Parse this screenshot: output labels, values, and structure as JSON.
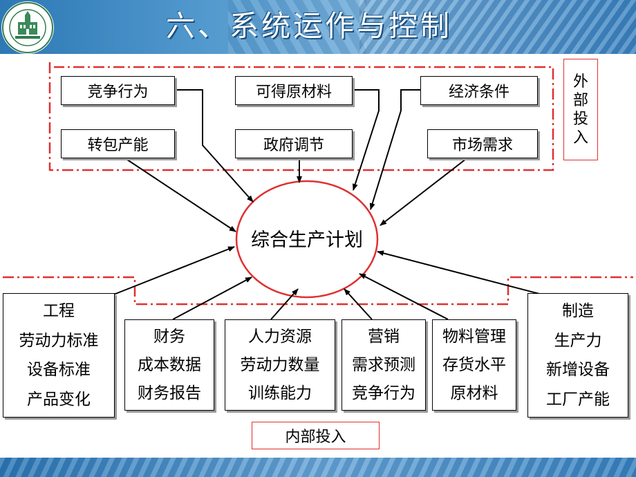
{
  "slide": {
    "title": "六、系统运作与控制",
    "logo": {
      "icon": "university-seal-icon"
    }
  },
  "external": {
    "label": "外部投入",
    "label_chars": [
      "外",
      "部",
      "投",
      "入"
    ],
    "items": [
      "竞争行为",
      "可得原材料",
      "经济条件",
      "转包产能",
      "政府调节",
      "市场需求"
    ]
  },
  "center": {
    "label": "综合生产计划"
  },
  "internal": {
    "label": "内部投入",
    "groups": [
      {
        "lines": [
          "工程",
          "劳动力标准",
          "设备标准",
          "产品变化"
        ]
      },
      {
        "lines": [
          "财务",
          "成本数据",
          "财务报告"
        ]
      },
      {
        "lines": [
          "人力资源",
          "劳动力数量",
          "训练能力"
        ]
      },
      {
        "lines": [
          "营销",
          "需求预测",
          "竞争行为"
        ]
      },
      {
        "lines": [
          "物料管理",
          "存货水平",
          "原材料"
        ]
      },
      {
        "lines": [
          "制造",
          "生产力",
          "新增设备",
          "工厂产能"
        ]
      }
    ]
  },
  "colors": {
    "accent_red": "#e03030",
    "header_blue": "#3f86c2",
    "title_text": "#ffffff"
  }
}
